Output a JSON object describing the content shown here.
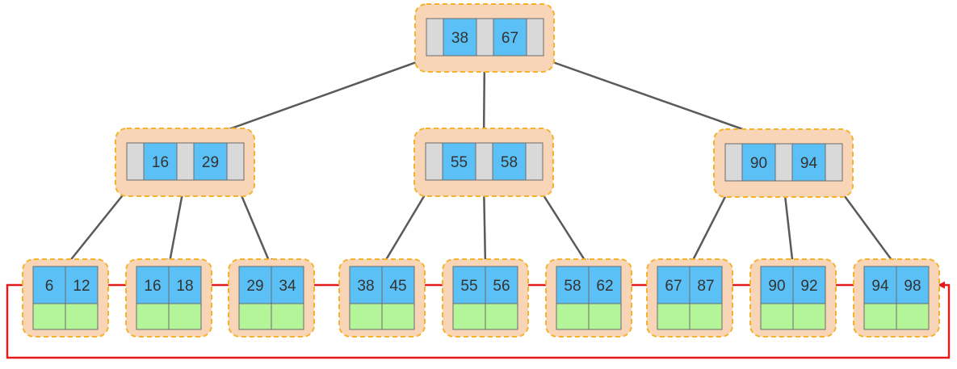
{
  "colors": {
    "node_fill": "#f8d5b6",
    "node_border": "#f5b32a",
    "key_fill": "#5bc0f5",
    "pointer_fill": "#d9d9d9",
    "data_fill": "#b5f59a",
    "cell_border": "#6b6b6b",
    "key_text": "#333333",
    "edge": "#5a5a5a",
    "leaf_link": "#e11b1b"
  },
  "root": {
    "keys": [
      "38",
      "67"
    ]
  },
  "internal_nodes": [
    {
      "keys": [
        "16",
        "29"
      ]
    },
    {
      "keys": [
        "55",
        "58"
      ]
    },
    {
      "keys": [
        "90",
        "94"
      ]
    }
  ],
  "leaves": [
    {
      "keys": [
        "6",
        "12"
      ]
    },
    {
      "keys": [
        "16",
        "18"
      ]
    },
    {
      "keys": [
        "29",
        "34"
      ]
    },
    {
      "keys": [
        "38",
        "45"
      ]
    },
    {
      "keys": [
        "55",
        "56"
      ]
    },
    {
      "keys": [
        "58",
        "62"
      ]
    },
    {
      "keys": [
        "67",
        "87"
      ]
    },
    {
      "keys": [
        "90",
        "92"
      ]
    },
    {
      "keys": [
        "94",
        "98"
      ]
    }
  ]
}
